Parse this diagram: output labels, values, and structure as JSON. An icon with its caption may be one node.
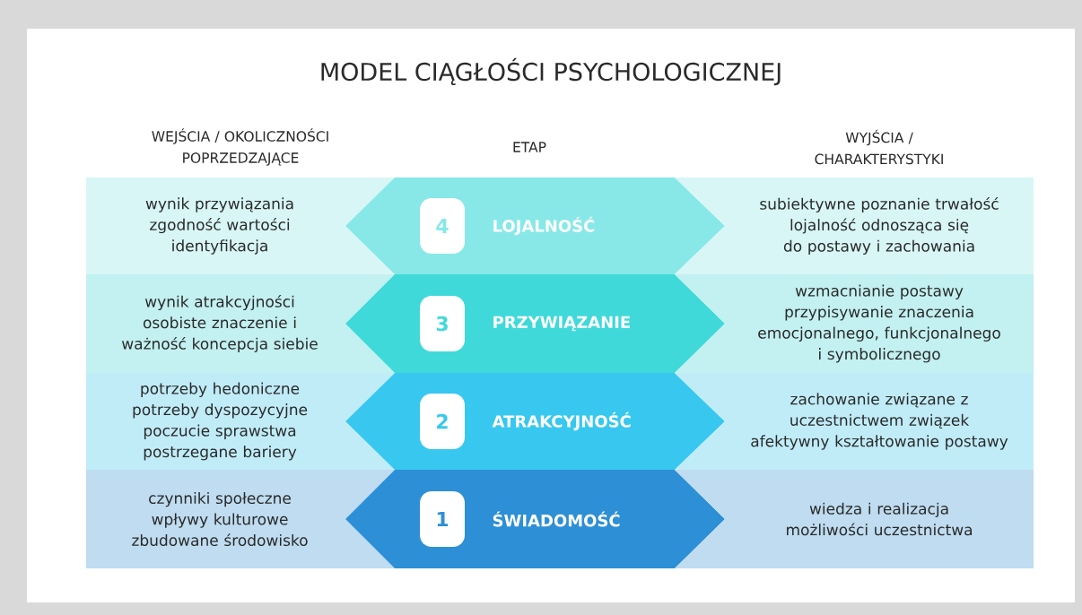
{
  "diagram": {
    "title": "MODEL CIĄGŁOŚCI PSYCHOLOGICZNEJ",
    "nodes": [
      {
        "text": [
          "wynik przywiązania zgodność wartości identyfikacja"
        ]
      },
      {
        "text": [
          "4",
          "LOJALNOŚĆ"
        ]
      },
      {
        "text": [
          "subiektywne poznanie trwałość lojalność odnosząca się do postawy i zachowania"
        ]
      },
      {
        "text": [
          "wynik atrakcyjności osobiste znaczenie i ważność koncepcja siebie"
        ]
      },
      {
        "text": [
          "3",
          "PRZYWIĄZANIE"
        ]
      },
      {
        "text": [
          "wzmacnianie postawy przypisywanie znaczenia emocjonalnego, funkcjonalnego i symbolicznego"
        ]
      },
      {
        "text": [
          "potrzeby hedoniczne potrzeby dyspozycyjne poczucie sprawstwa postrzegane bariery"
        ]
      },
      {
        "text": [
          "2",
          "ATRAKCYJNOŚĆ"
        ]
      },
      {
        "text": [
          "zachowanie związane z uczestnictwem związek afektywny kształtowanie postawy"
        ]
      },
      {
        "text": [
          "czynniki społeczne wpływy kulturowe zbudowane środowisko"
        ]
      },
      {
        "text": [
          "1",
          "ŚWIADOMOŚĆ"
        ]
      },
      {
        "text": [
          "wiedza i realizacja możliwości uczestnictwa"
        ]
      }
    ],
    "labels": [
      "WEJŚCIA / OKOLICZNOŚCI POPRZEDZAJĄCE",
      "ETAP",
      "WYJŚCIA / CHARAKTERYSTYKI"
    ]
  }
}
